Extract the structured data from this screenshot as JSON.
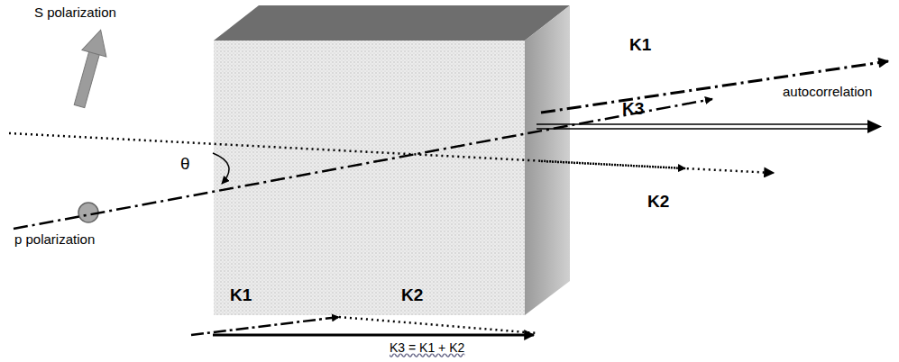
{
  "diagram": {
    "labels": [
      "S polarization",
      "θ",
      "K1",
      "autocorrelation",
      "K3",
      "p polarization",
      "K2",
      "K1",
      "K2",
      "K3 = K1 + K2"
    ]
  }
}
